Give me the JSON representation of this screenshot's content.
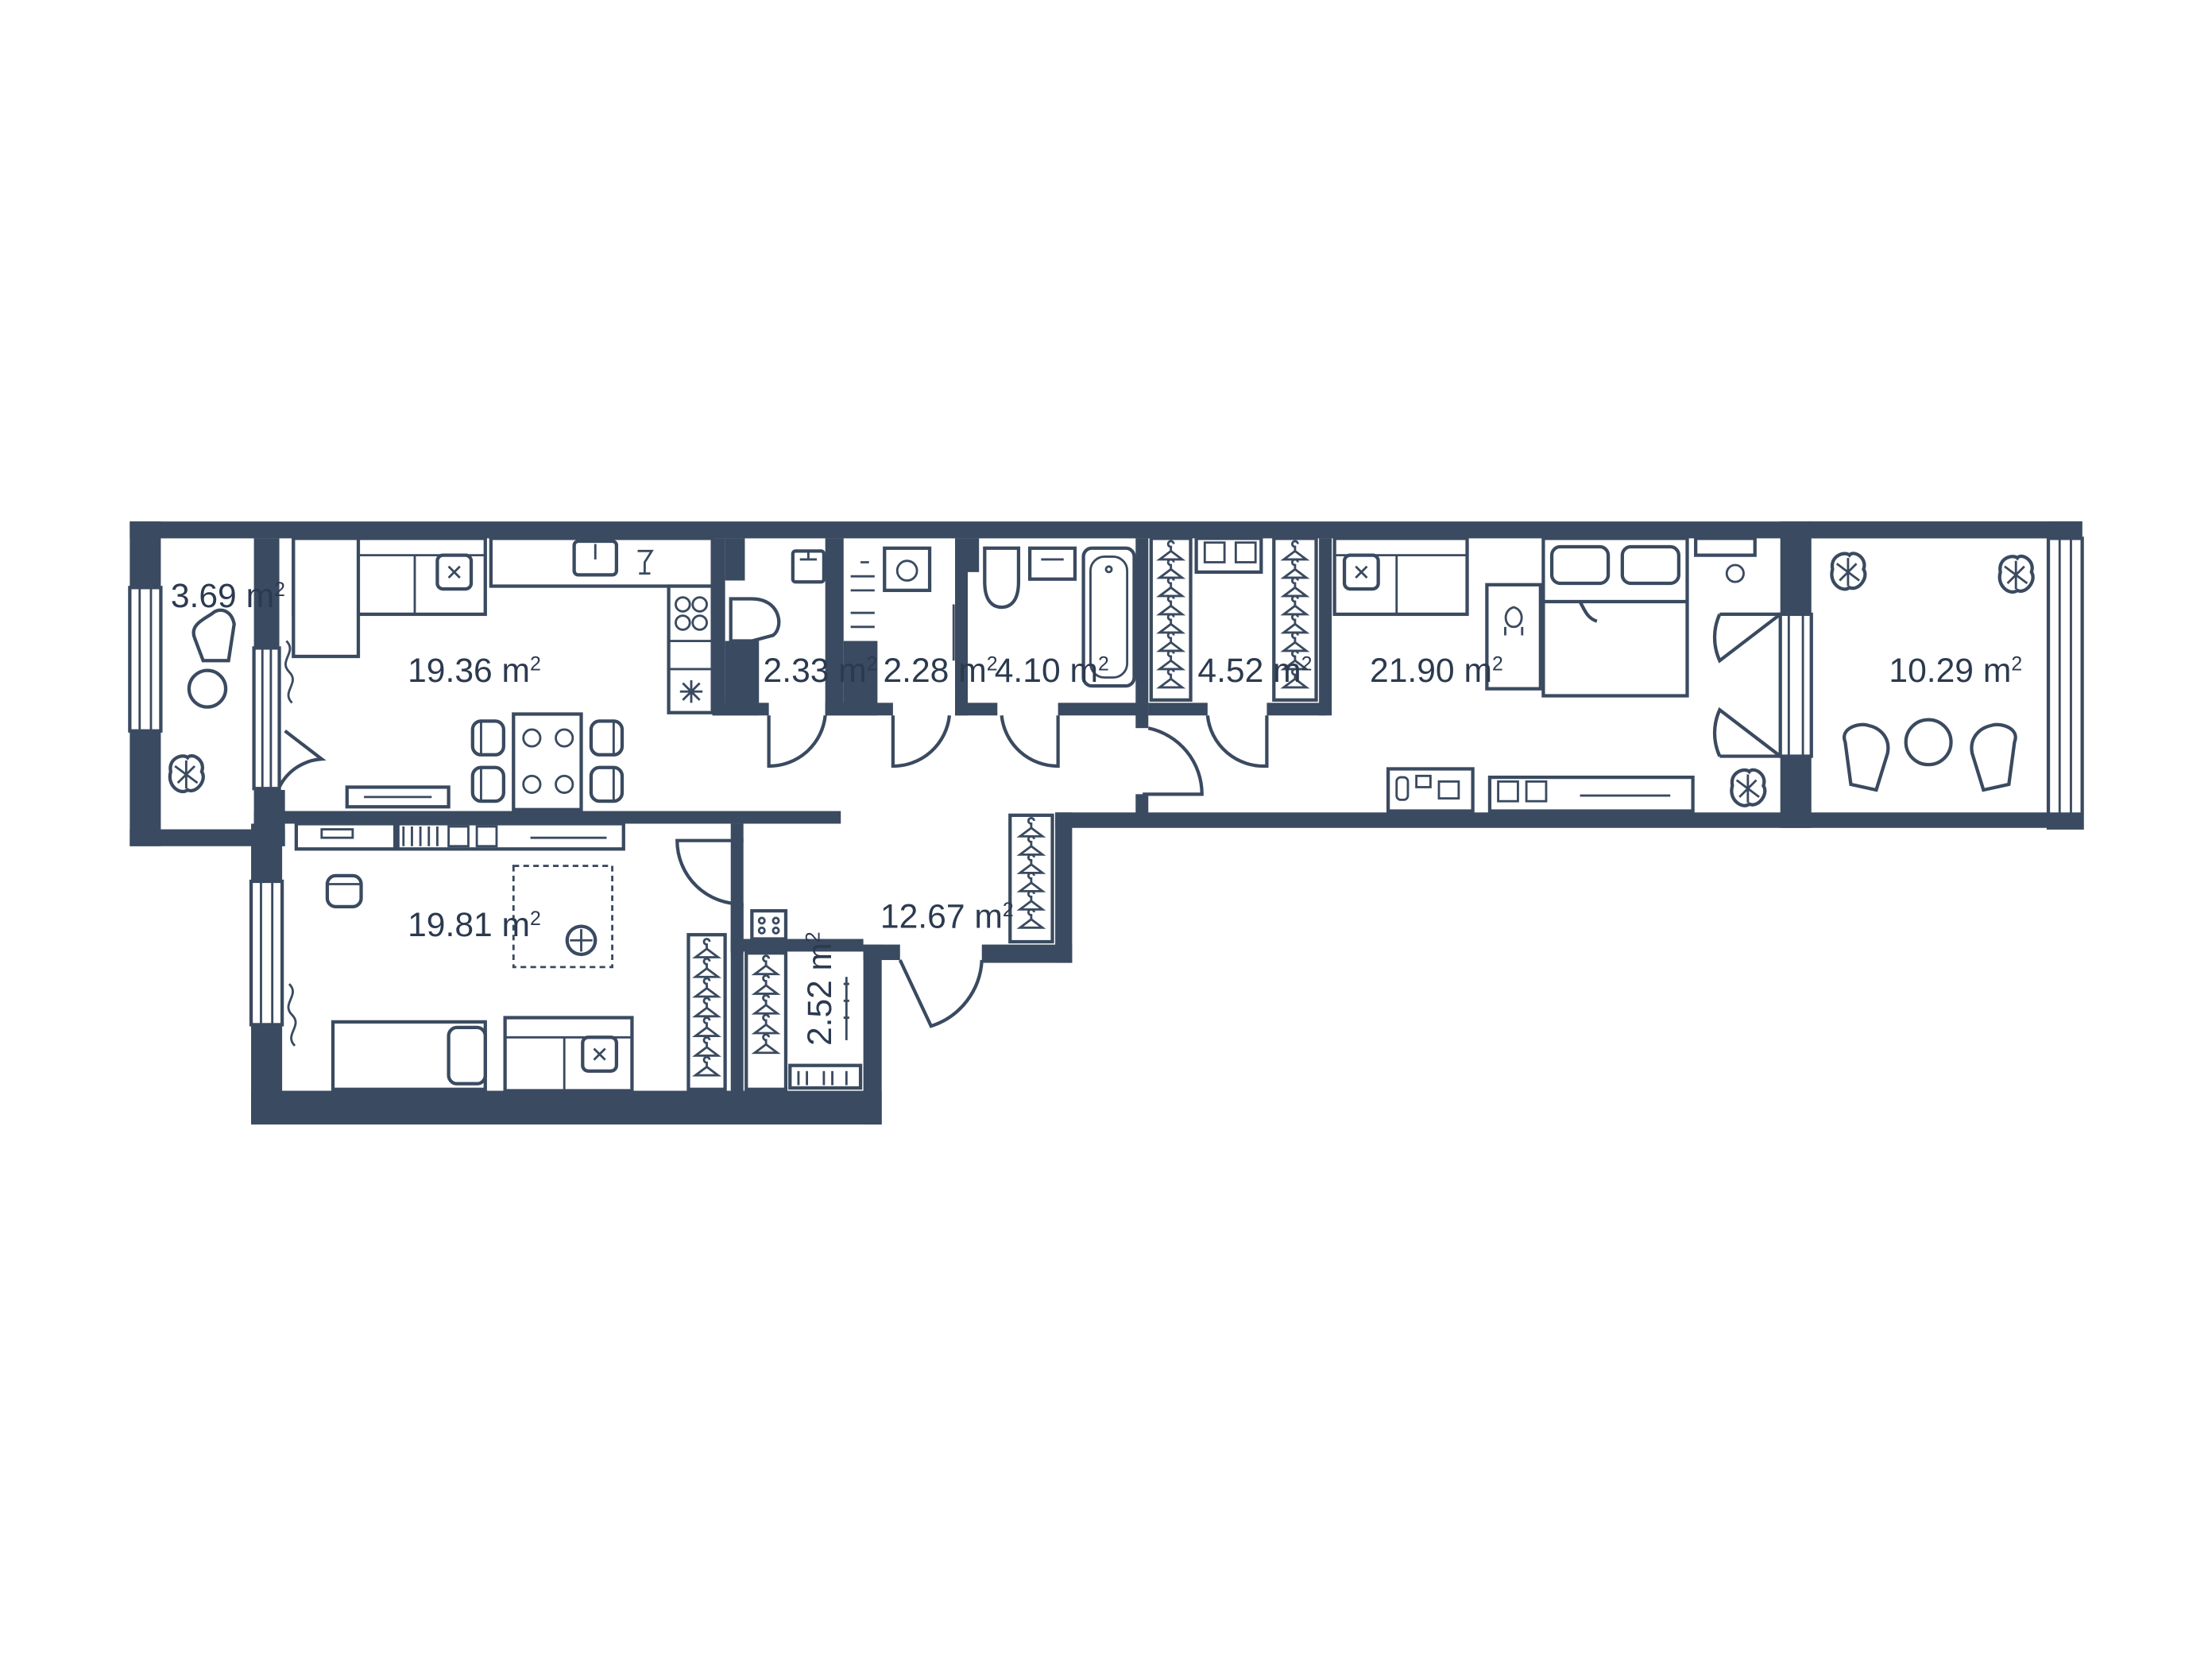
{
  "rooms": [
    {
      "id": "balcony-left",
      "value": "3.69",
      "unit": "m",
      "exp": "2"
    },
    {
      "id": "kitchen-living",
      "value": "19.36",
      "unit": "m",
      "exp": "2"
    },
    {
      "id": "bathroom-1",
      "value": "2.33",
      "unit": "m",
      "exp": "2"
    },
    {
      "id": "laundry",
      "value": "2.28",
      "unit": "m",
      "exp": "2"
    },
    {
      "id": "bathroom-2",
      "value": "4.10",
      "unit": "m",
      "exp": "2"
    },
    {
      "id": "wardrobe-1",
      "value": "4.52",
      "unit": "m",
      "exp": "2"
    },
    {
      "id": "master-bedroom",
      "value": "21.90",
      "unit": "m",
      "exp": "2"
    },
    {
      "id": "terrace",
      "value": "10.29",
      "unit": "m",
      "exp": "2"
    },
    {
      "id": "bedroom-2",
      "value": "19.81",
      "unit": "m",
      "exp": "2"
    },
    {
      "id": "hallway",
      "value": "12.67",
      "unit": "m",
      "exp": "2"
    },
    {
      "id": "wardrobe-2",
      "value": "2.52",
      "unit": "m",
      "exp": "2"
    }
  ],
  "colors": {
    "wall": "#3a4a60",
    "text": "#2c3a4f",
    "background": "#ffffff"
  }
}
